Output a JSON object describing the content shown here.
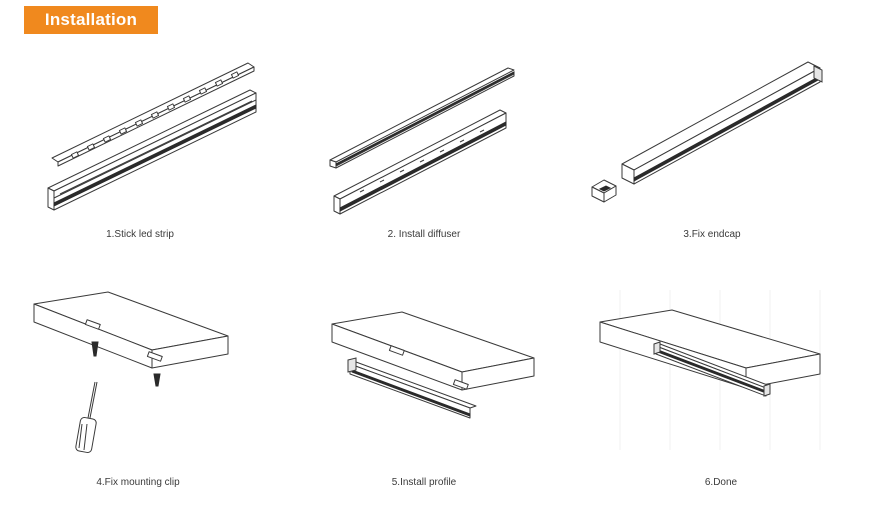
{
  "header": {
    "title": "Installation",
    "accent": "#f0891e"
  },
  "steps": [
    {
      "caption": "1.Stick led strip",
      "icon": "led-strip-into-profile-illustration"
    },
    {
      "caption": "2. Install diffuser",
      "icon": "diffuser-onto-profile-illustration"
    },
    {
      "caption": "3.Fix endcap",
      "icon": "endcap-onto-profile-illustration"
    },
    {
      "caption": "4.Fix mounting clip",
      "icon": "screwdriver-mounting-clip-illustration"
    },
    {
      "caption": "5.Install profile",
      "icon": "profile-onto-clips-illustration"
    },
    {
      "caption": "6.Done",
      "icon": "installed-profile-illustration"
    }
  ]
}
